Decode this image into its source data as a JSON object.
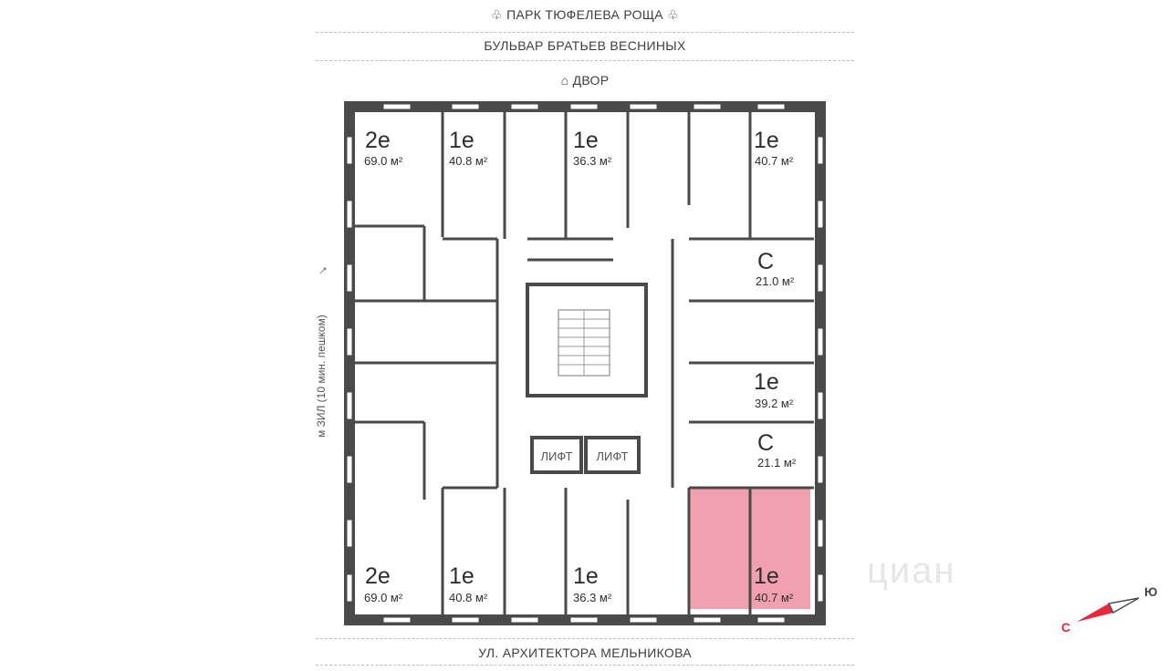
{
  "labels": {
    "park": "ПАРК ТЮФЕЛЕВА РОЩА",
    "boulevard": "БУЛЬВАР БРАТЬЕВ ВЕСНИНЫХ",
    "yard": "ДВОР",
    "street": "УЛ. АРХИТЕКТОРА МЕЛЬНИКОВА",
    "metro": "м ЗИЛ (10 мин. пешком)"
  },
  "apartments": [
    {
      "type": "2е",
      "area": "69.0 м²",
      "highlighted": false
    },
    {
      "type": "1е",
      "area": "40.8 м²",
      "highlighted": false
    },
    {
      "type": "1е",
      "area": "36.3 м²",
      "highlighted": false
    },
    {
      "type": "1е",
      "area": "40.7 м²",
      "highlighted": false
    },
    {
      "type": "С",
      "area": "21.0 м²",
      "highlighted": false
    },
    {
      "type": "1е",
      "area": "39.2 м²",
      "highlighted": false
    },
    {
      "type": "С",
      "area": "21.1 м²",
      "highlighted": false
    },
    {
      "type": "2е",
      "area": "69.0 м²",
      "highlighted": false
    },
    {
      "type": "1е",
      "area": "40.8 м²",
      "highlighted": false
    },
    {
      "type": "1е",
      "area": "36.3 м²",
      "highlighted": false
    },
    {
      "type": "1е",
      "area": "40.7 м²",
      "highlighted": true
    }
  ],
  "lifts": [
    "ЛИФТ",
    "ЛИФТ"
  ],
  "compass": {
    "south": "Ю",
    "north": "С"
  },
  "watermark": "циан",
  "colors": {
    "wall": "#4a4a4a",
    "highlight": "#f0a0ae",
    "accent": "#e8283c",
    "window": "#ffffff"
  }
}
